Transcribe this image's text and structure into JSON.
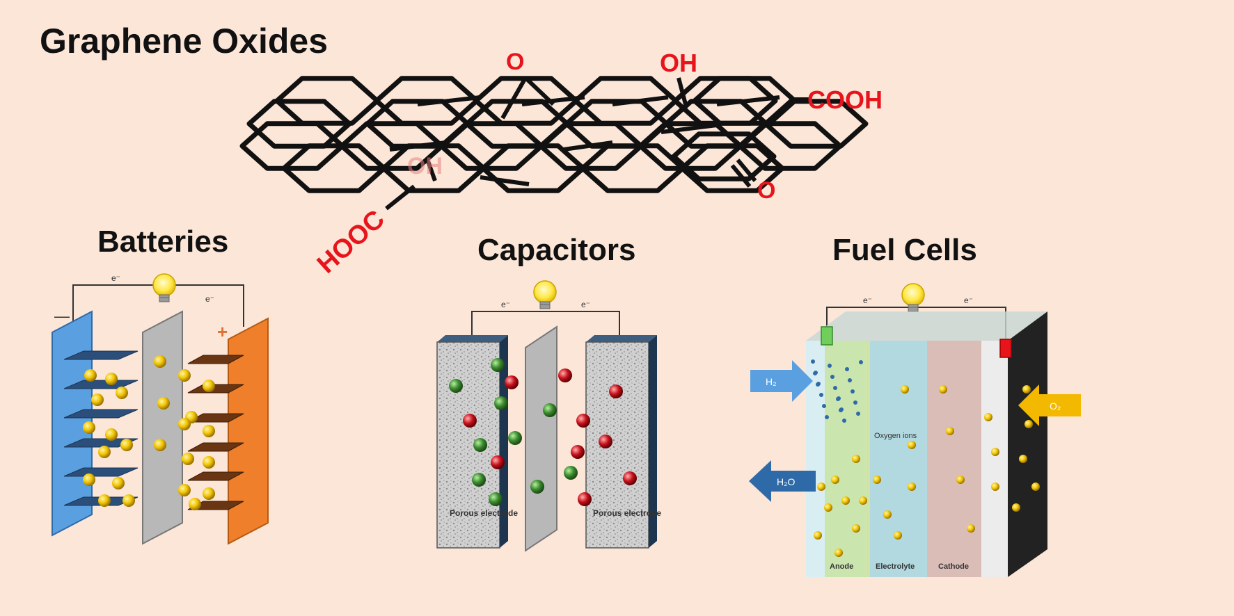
{
  "main_title": "Graphene Oxides",
  "molecule": {
    "groups": {
      "epoxy_o": "O",
      "hydroxyl_top": "OH",
      "carboxyl_right": "COOH",
      "hydroxyl_center": "OH",
      "carbonyl_o": "O",
      "carboxyl_left": "HOOC"
    }
  },
  "panels": {
    "batteries": {
      "title": "Batteries",
      "electron_left": "e⁻",
      "electron_right": "e⁻",
      "minus_sign": "—",
      "plus_sign": "+"
    },
    "capacitors": {
      "title": "Capacitors",
      "electron_left": "e⁻",
      "electron_right": "e⁻",
      "left_electrode": "Porous electrode",
      "right_electrode": "Porous electrode"
    },
    "fuel_cells": {
      "title": "Fuel Cells",
      "electron_left": "e⁻",
      "electron_right": "e⁻",
      "h2_in": "H₂",
      "o2_in": "O₂",
      "h2o_out": "H₂O",
      "oxygen_ions": "Oxygen ions",
      "anode": "Anode",
      "electrolyte": "Electrolyte",
      "cathode": "Cathode"
    }
  },
  "colors": {
    "background": "#fbe6d8",
    "functional_group_red": "#e8141b",
    "bulb_yellow": "#ffe94a",
    "particle_gold": "#e6b400",
    "particle_green": "#3a8a2e",
    "particle_red": "#c8101a",
    "battery_blue": "#5aa0e0",
    "battery_orange": "#ef7f2a",
    "separator_gray": "#b8b8b8"
  }
}
